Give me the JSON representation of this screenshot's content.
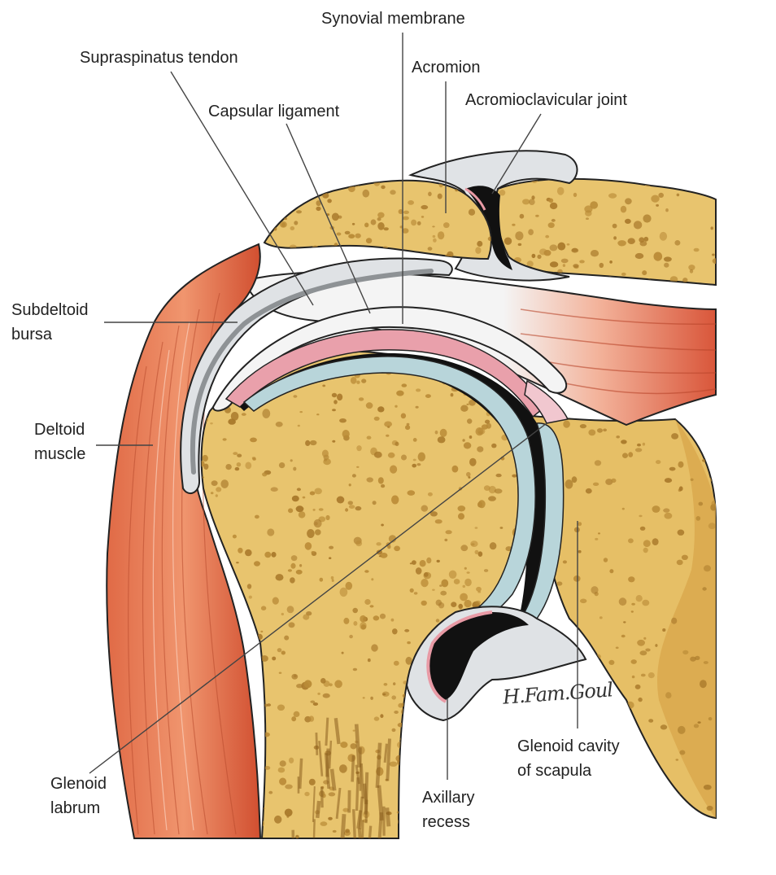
{
  "labels": {
    "synovial_membrane": "Synovial membrane",
    "supraspinatus_tendon": "Supraspinatus tendon",
    "acromion": "Acromion",
    "acromioclavicular_joint": "Acromioclavicular joint",
    "capsular_ligament": "Capsular ligament",
    "subdeltoid_bursa": [
      "Subdeltoid",
      "bursa"
    ],
    "deltoid_muscle": [
      "Deltoid",
      "muscle"
    ],
    "glenoid_labrum": [
      "Glenoid",
      "labrum"
    ],
    "axillary_recess": [
      "Axillary",
      "recess"
    ],
    "glenoid_cavity": [
      "Glenoid cavity",
      "of scapula"
    ]
  },
  "signature": "H.Fam.Goul",
  "colors": {
    "bone": "#e8c46e",
    "bone_dark": "#c99a3a",
    "pore": "#a8782a",
    "muscle": "#d95a3a",
    "muscle_light": "#f08a63",
    "cartilage": "#b9d4d8",
    "bursa": "#dde1e4",
    "bursa_dark": "#8f9396",
    "membrane": "#e89aa5",
    "cavity": "#111111",
    "tendon": "#f2f2f2",
    "leader": "#444444"
  }
}
